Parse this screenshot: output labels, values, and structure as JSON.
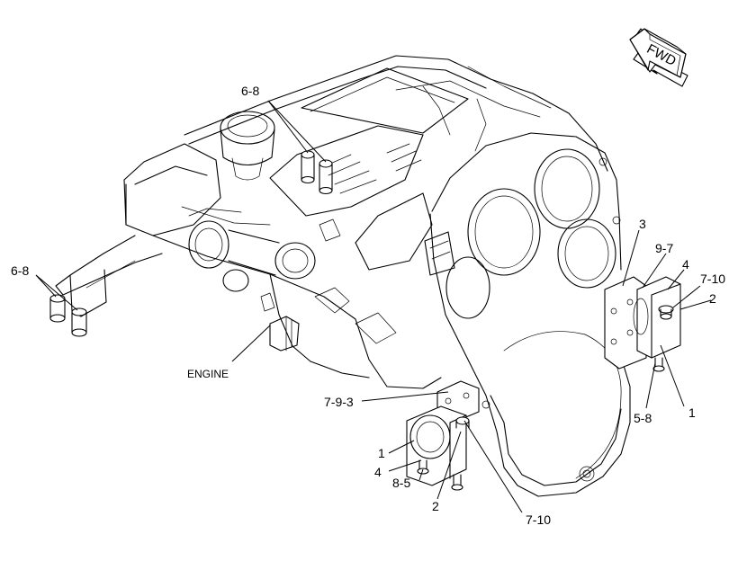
{
  "diagram": {
    "engine_label": "ENGINE",
    "direction_label": "FWD",
    "callouts": {
      "bolts_top": "6-8",
      "bolts_left": "6-8",
      "right_3": "3",
      "right_9_7": "9-7",
      "right_4": "4",
      "right_7_10": "7-10",
      "right_2": "2",
      "right_5_8": "5-8",
      "right_1": "1",
      "front_7_9_3": "7-9-3",
      "front_1": "1",
      "front_4": "4",
      "front_8_5": "8-5",
      "front_2": "2",
      "front_7_10": "7-10"
    }
  }
}
